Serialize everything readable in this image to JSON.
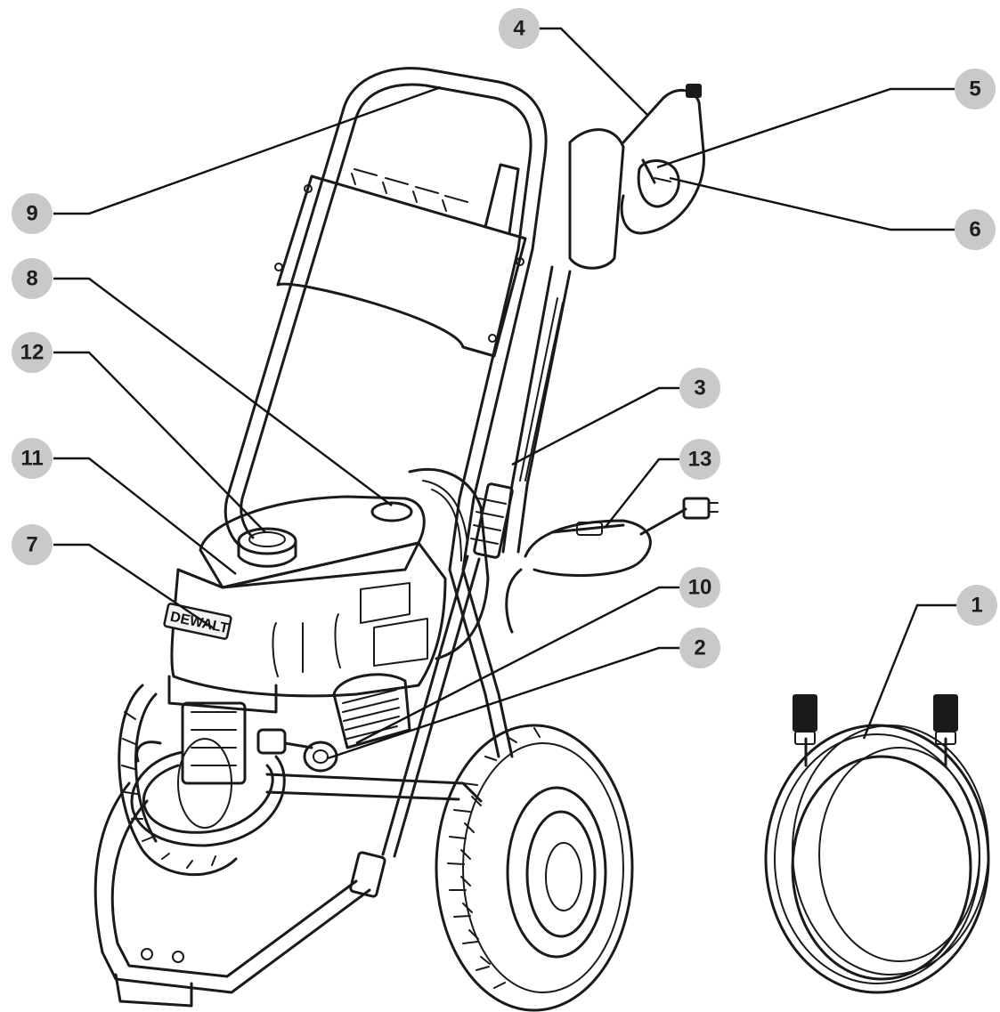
{
  "diagram": {
    "brand_logo": "DEWALT",
    "callouts": [
      {
        "id": "c4",
        "label": "4"
      },
      {
        "id": "c5",
        "label": "5"
      },
      {
        "id": "c6",
        "label": "6"
      },
      {
        "id": "c9",
        "label": "9"
      },
      {
        "id": "c8",
        "label": "8"
      },
      {
        "id": "c12",
        "label": "12"
      },
      {
        "id": "c3",
        "label": "3"
      },
      {
        "id": "c11",
        "label": "11"
      },
      {
        "id": "c13",
        "label": "13"
      },
      {
        "id": "c7",
        "label": "7"
      },
      {
        "id": "c10",
        "label": "10"
      },
      {
        "id": "c1",
        "label": "1"
      },
      {
        "id": "c2",
        "label": "2"
      }
    ]
  }
}
